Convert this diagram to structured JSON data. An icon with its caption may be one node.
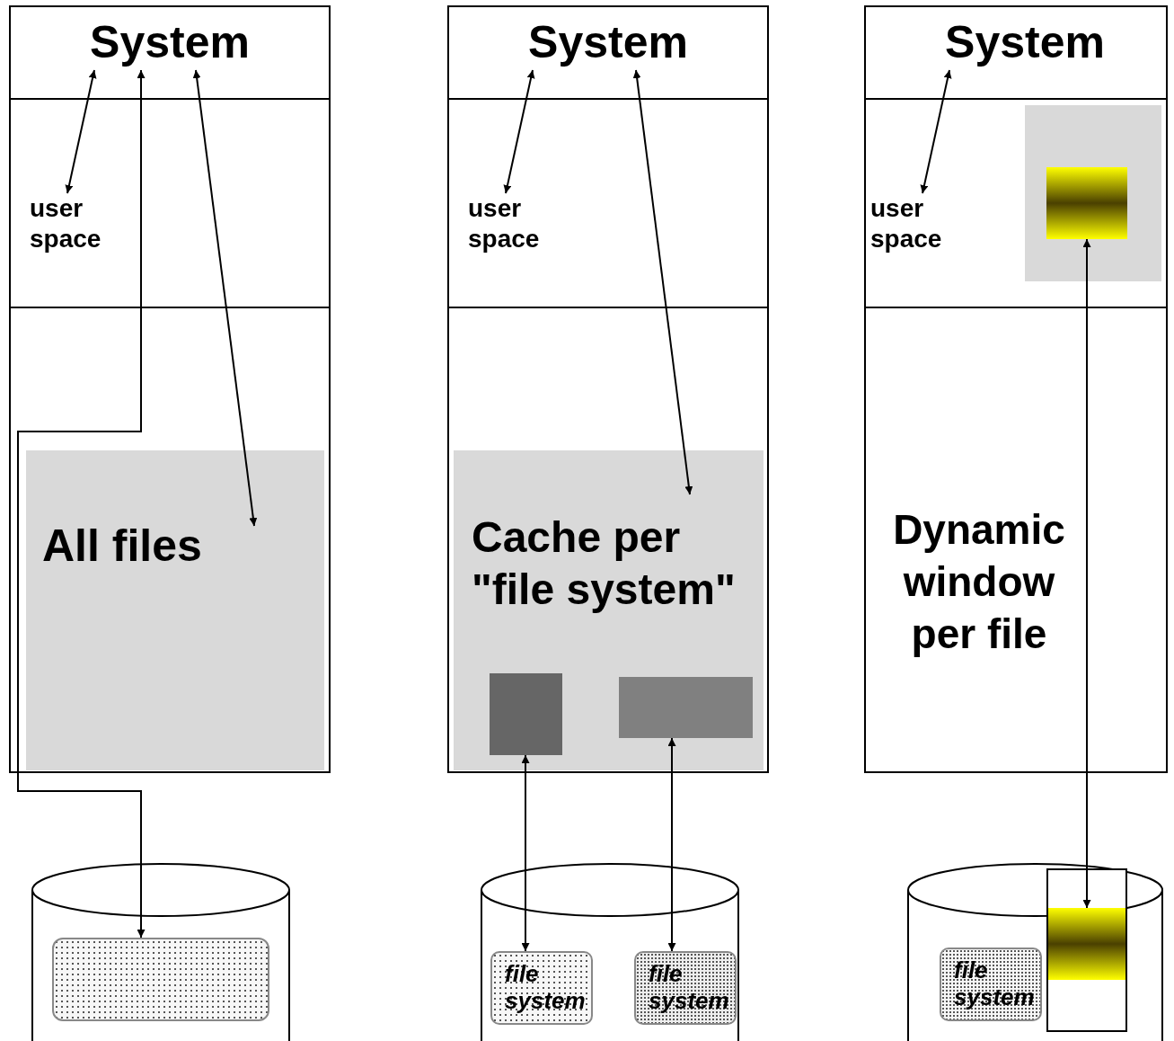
{
  "diagram": {
    "nodes": [
      {
        "text": [
          "System"
        ]
      },
      {
        "text": [
          "user space"
        ]
      },
      {
        "text": [
          "All files"
        ]
      },
      {
        "text": [],
        "shape": "cylinder"
      },
      {
        "text": [],
        "shape": "box",
        "in": 3
      },
      {
        "text": [
          "System"
        ]
      },
      {
        "text": [
          "user space"
        ]
      },
      {
        "text": [
          "Cache per \"file system\""
        ]
      },
      {
        "text": [],
        "shape": "box",
        "in": 7
      },
      {
        "text": [],
        "shape": "box",
        "in": 7
      },
      {
        "text": [],
        "shape": "cylinder"
      },
      {
        "text": [
          "file system"
        ],
        "in": 10
      },
      {
        "text": [
          "file system"
        ],
        "in": 10
      },
      {
        "text": [
          "System"
        ]
      },
      {
        "text": [
          "user space"
        ]
      },
      {
        "text": [],
        "shape": "box"
      },
      {
        "text": [],
        "shape": "box",
        "in": 15
      },
      {
        "text": [
          "Dynamic window per file"
        ]
      },
      {
        "text": [],
        "shape": "cylinder"
      },
      {
        "text": [
          "file system"
        ],
        "in": 18
      },
      {
        "text": [],
        "shape": "box",
        "in": 18
      },
      {
        "text": [],
        "shape": "box",
        "in": 20
      }
    ],
    "edges": [
      {
        "from": 1,
        "to": 0,
        "arrow": "both"
      },
      {
        "from": 0,
        "to": 4,
        "arrow": "both"
      },
      {
        "from": 0,
        "to": 2,
        "arrow": "both"
      },
      {
        "from": 6,
        "to": 5,
        "arrow": "both"
      },
      {
        "from": 5,
        "to": 7,
        "arrow": "both"
      },
      {
        "from": 8,
        "to": 11,
        "arrow": "both"
      },
      {
        "from": 9,
        "to": 12,
        "arrow": "both"
      },
      {
        "from": 14,
        "to": 13,
        "arrow": "both"
      },
      {
        "from": 16,
        "to": 21,
        "arrow": "both"
      }
    ]
  }
}
